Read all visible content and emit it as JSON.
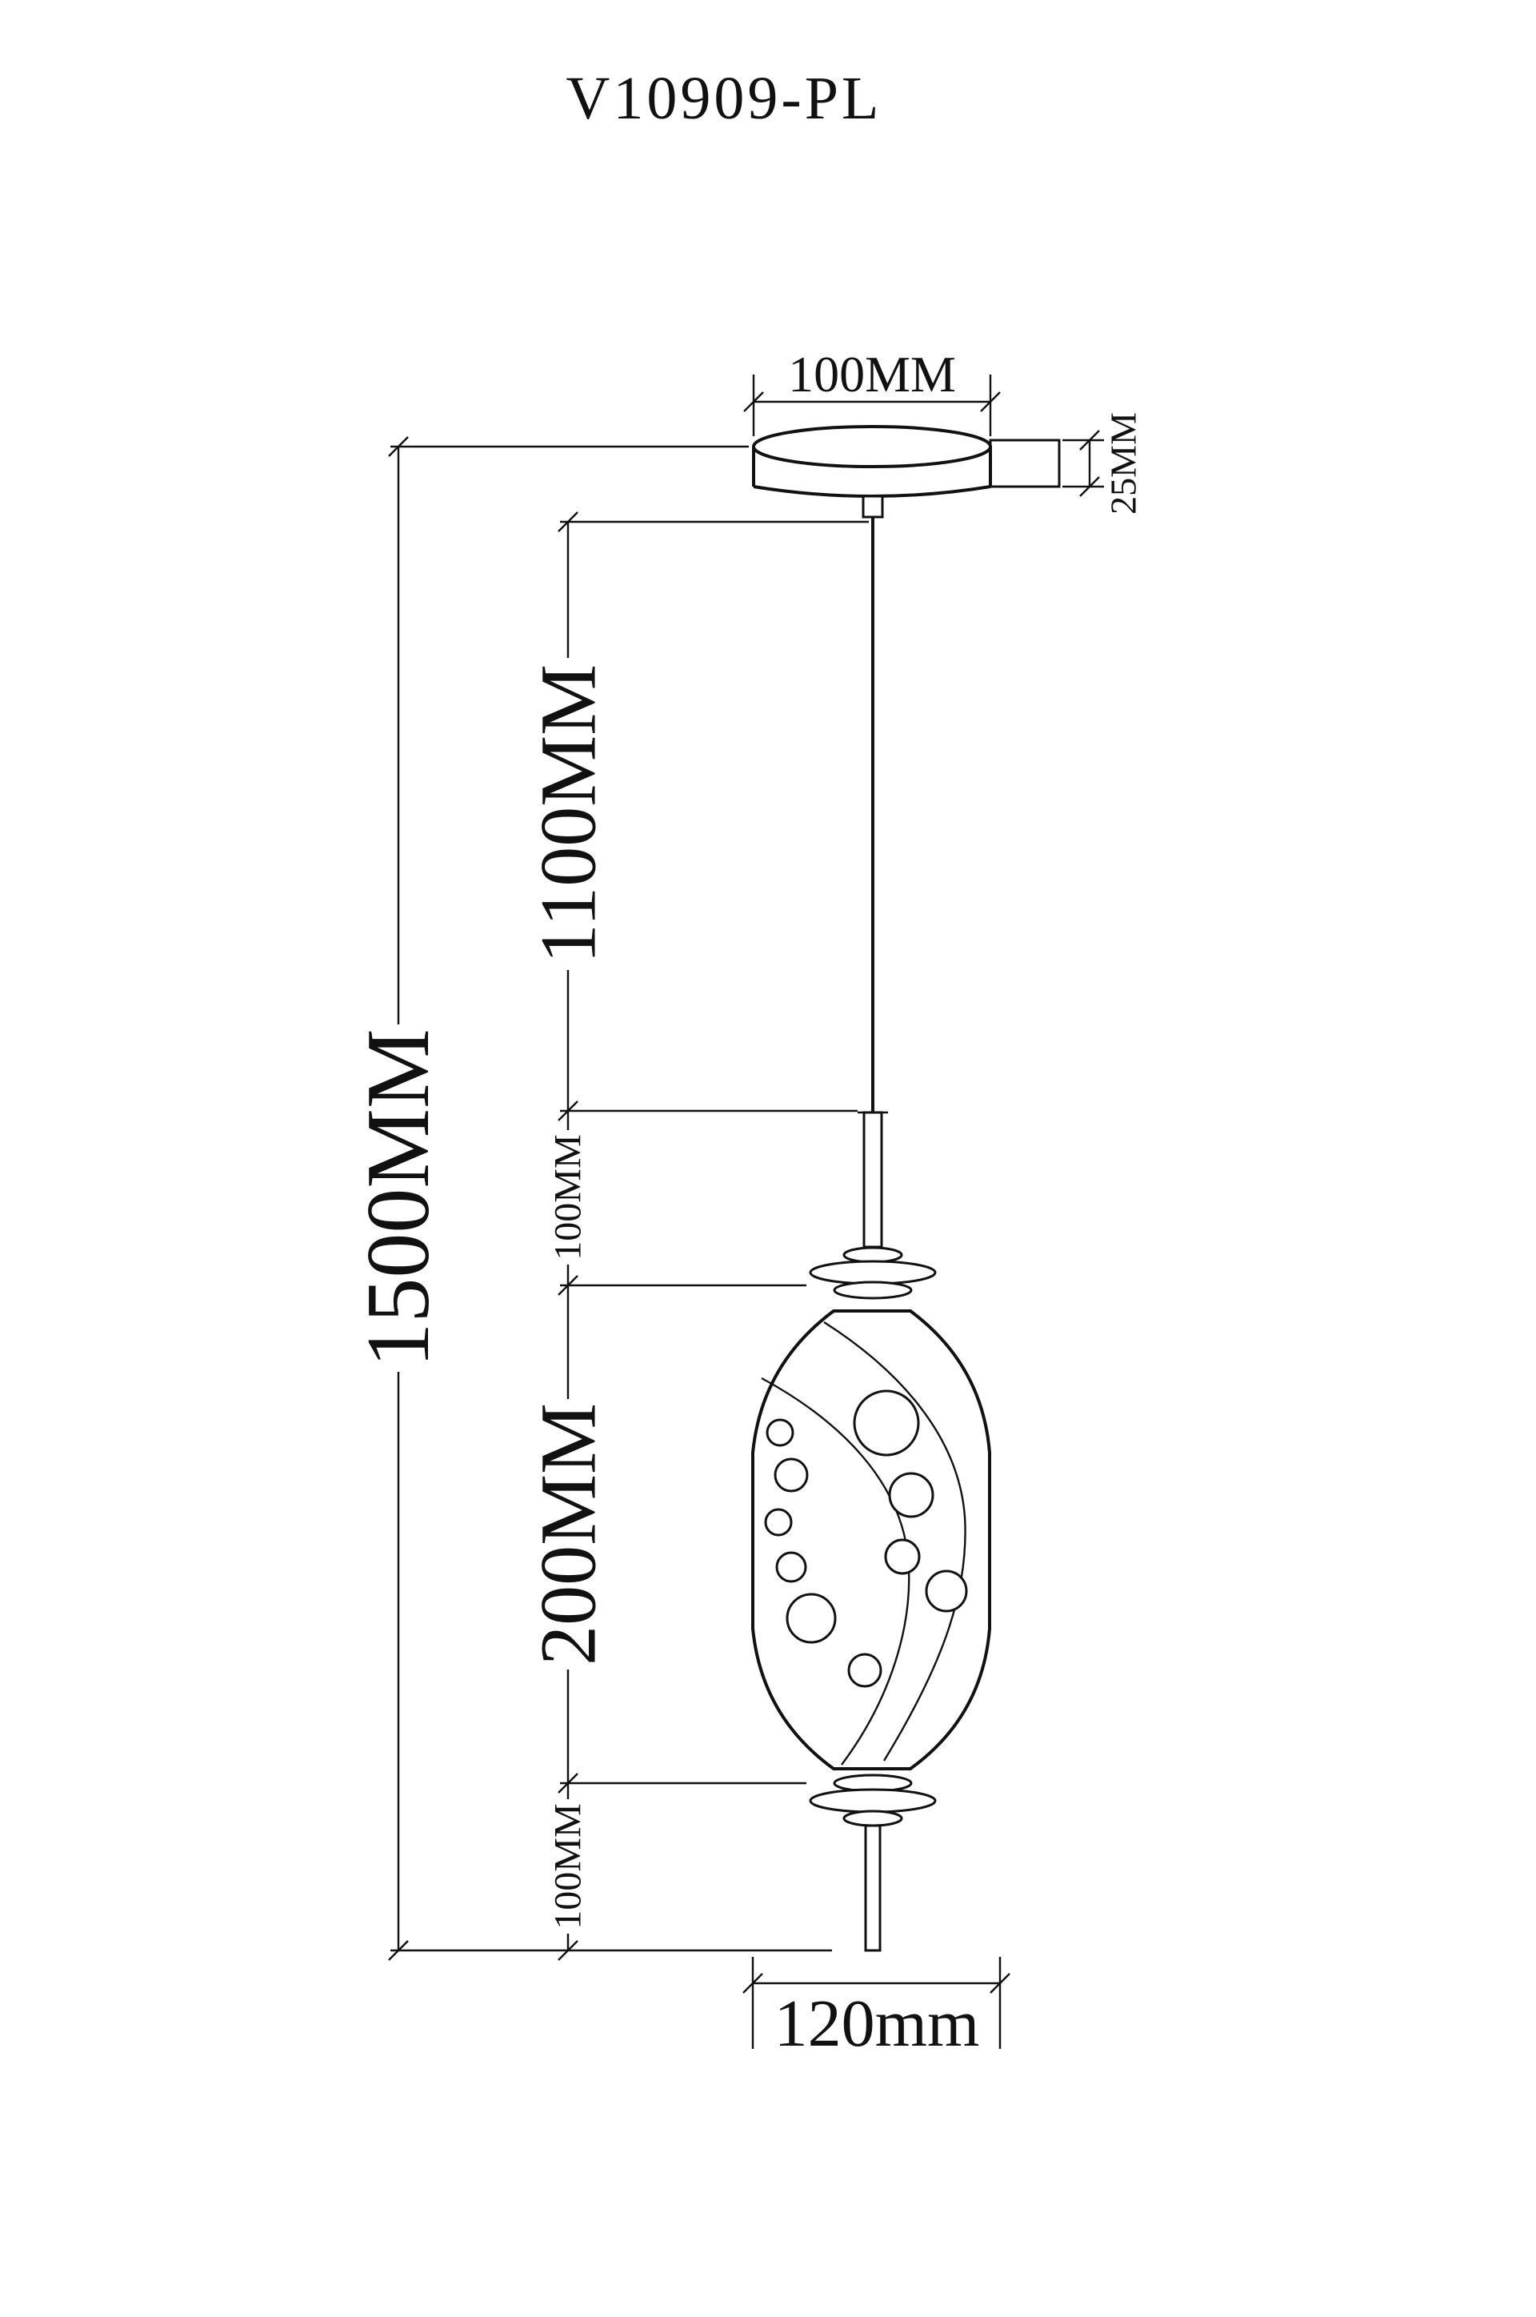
{
  "title": "V10909-PL",
  "dims": {
    "canopy_width": "100MM",
    "canopy_height": "25MM",
    "suspension_length": "1100MM",
    "upper_connector_height": "100MM",
    "shade_height": "200MM",
    "lower_connector_height": "100MM",
    "overall_height": "1500MM",
    "shade_width": "120mm"
  },
  "colors": {
    "line": "#111111",
    "background": "#ffffff"
  }
}
